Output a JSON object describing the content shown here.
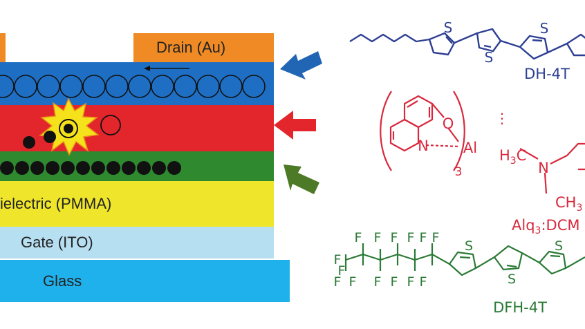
{
  "device": {
    "drain_label": "Drain (Au)",
    "dielectric_label": "ielectric (PMMA)",
    "gate_label": "Gate (ITO)",
    "glass_label": "Glass"
  },
  "molecules": {
    "dh4t": {
      "name": "DH-4T",
      "ring_atom": "S"
    },
    "alq3": {
      "name_main": "Alq",
      "name_sub": "3",
      "name_suffix": ":DCM",
      "o_atom": "O",
      "n_atom": "N",
      "al_atom": "Al",
      "subscript": "3"
    },
    "dcm": {
      "h3c": "H",
      "h3c_sub": "3",
      "h3c_c": "C",
      "n_atom": "N",
      "ch3": "CH",
      "ch3_sub": "3"
    },
    "dfh4t": {
      "name": "DFH-4T",
      "f_atom": "F",
      "ring_atom": "S"
    }
  },
  "colors": {
    "electrode": "#ef8a25",
    "blue_layer": "#1e6fc4",
    "red_layer": "#e3262b",
    "green_layer": "#2f8a2f",
    "dielectric": "#efe62b",
    "gate": "#b7dff2",
    "glass": "#1fb1ec",
    "dh4t": "#2d3f93",
    "alq": "#d9283d",
    "dfh4t": "#2b7a36",
    "arrow_blue": "#2166b4",
    "arrow_red": "#e3262b",
    "arrow_green": "#4d7a26",
    "star": "#f6e21b",
    "star_edge": "#e88a1c"
  }
}
